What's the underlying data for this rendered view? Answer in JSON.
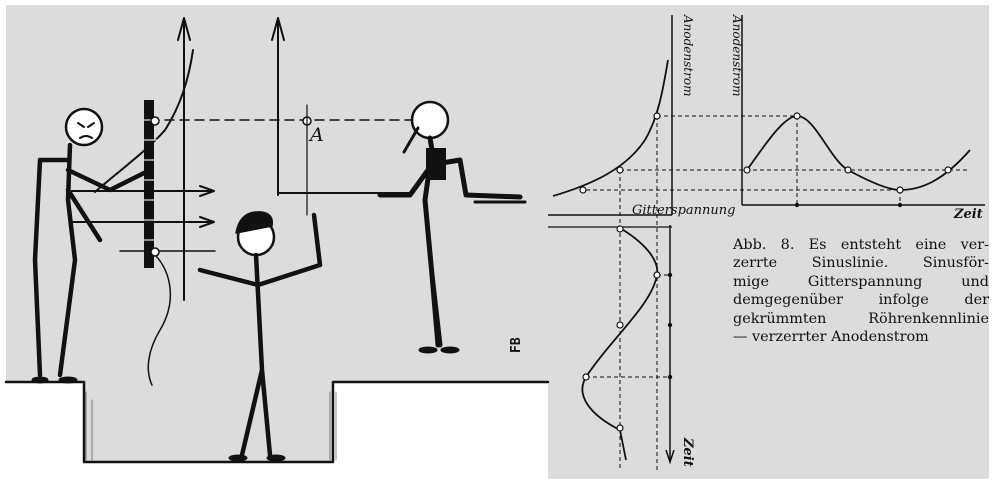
{
  "figure": {
    "palette": {
      "paper": "#dcdcdc",
      "ink": "#111111",
      "white": "#ffffff"
    },
    "illustration": {
      "label_point": "A",
      "monogram": "FB"
    },
    "characteristic_chart": {
      "ylabel": "Anodenstrom",
      "xlabel": "Gitterspannung"
    },
    "output_chart": {
      "ylabel": "Anodenstrom",
      "xlabel": "Zeit"
    },
    "input_chart": {
      "time_label": "Zeit"
    },
    "caption_lines": [
      "Abb. 8. Es entsteht eine ver-",
      "zerrte Sinuslinie. Sinusför-",
      "mige Gitterspannung und",
      "demgegenüber infolge der",
      "gekrümmten Röhrenkennlinie",
      "— verzerrter Anodenstrom"
    ]
  }
}
